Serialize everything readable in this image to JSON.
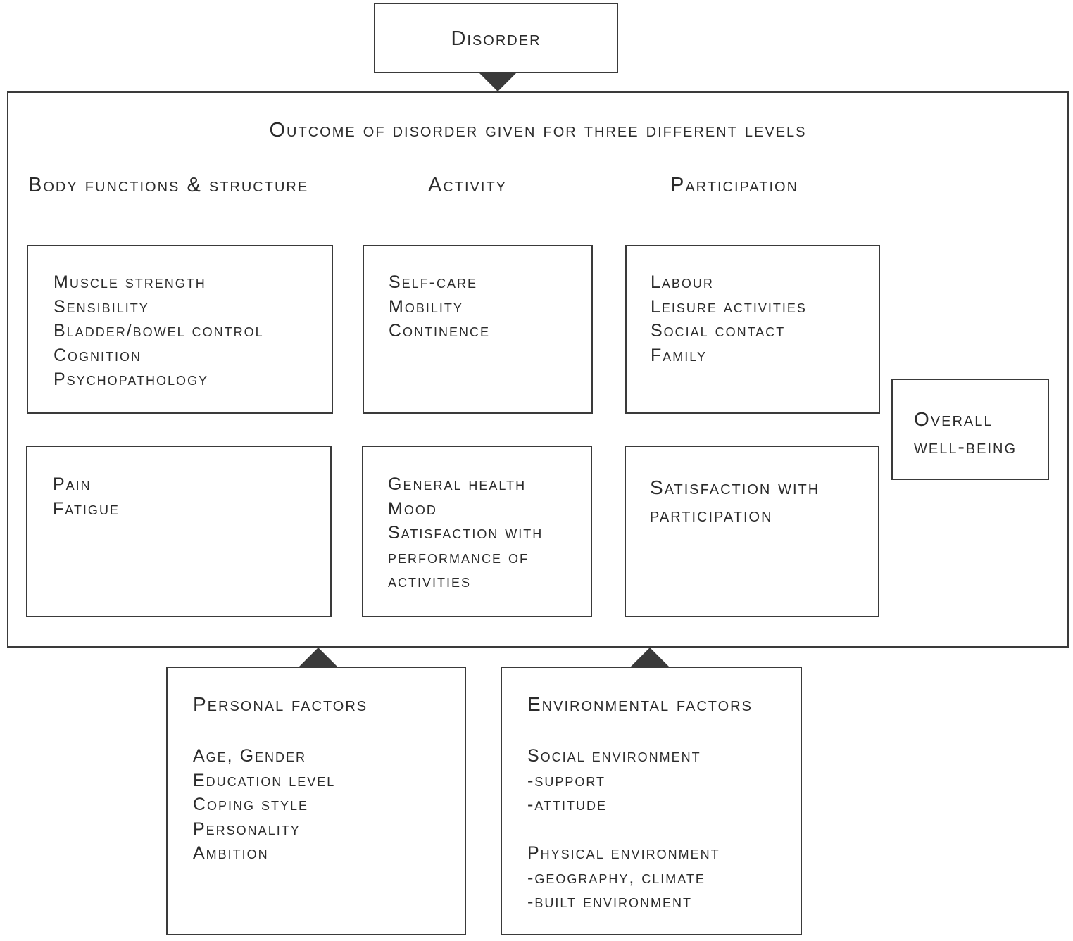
{
  "disorder": "Disorder",
  "outcome_title": "Outcome of disorder given for three different levels",
  "levels": {
    "body": "Body functions & structure",
    "activity": "Activity",
    "participation": "Participation"
  },
  "body_box": [
    "Muscle strength",
    "Sensibility",
    "Bladder/bowel control",
    "Cognition",
    "Psychopathology"
  ],
  "activity_box": [
    "Self-care",
    "Mobility",
    "Continence"
  ],
  "participation_box": [
    "Labour",
    "Leisure activities",
    "Social contact",
    "Family"
  ],
  "body_box_2": [
    "Pain",
    "Fatigue"
  ],
  "activity_box_2": [
    "General health",
    "Mood",
    "Satisfaction with",
    "performance of",
    "activities"
  ],
  "participation_box_2": [
    "Satisfaction with",
    "participation"
  ],
  "wellbeing": [
    "Overall",
    "well-being"
  ],
  "personal": {
    "title": "Personal factors",
    "items": [
      "Age, Gender",
      "Education level",
      "Coping style",
      "Personality",
      "Ambition"
    ]
  },
  "environmental": {
    "title": "Environmental factors",
    "group1": [
      "Social environment",
      "-support",
      "-attitude"
    ],
    "group2": [
      "Physical environment",
      "-geography, climate",
      "-built environment"
    ]
  }
}
